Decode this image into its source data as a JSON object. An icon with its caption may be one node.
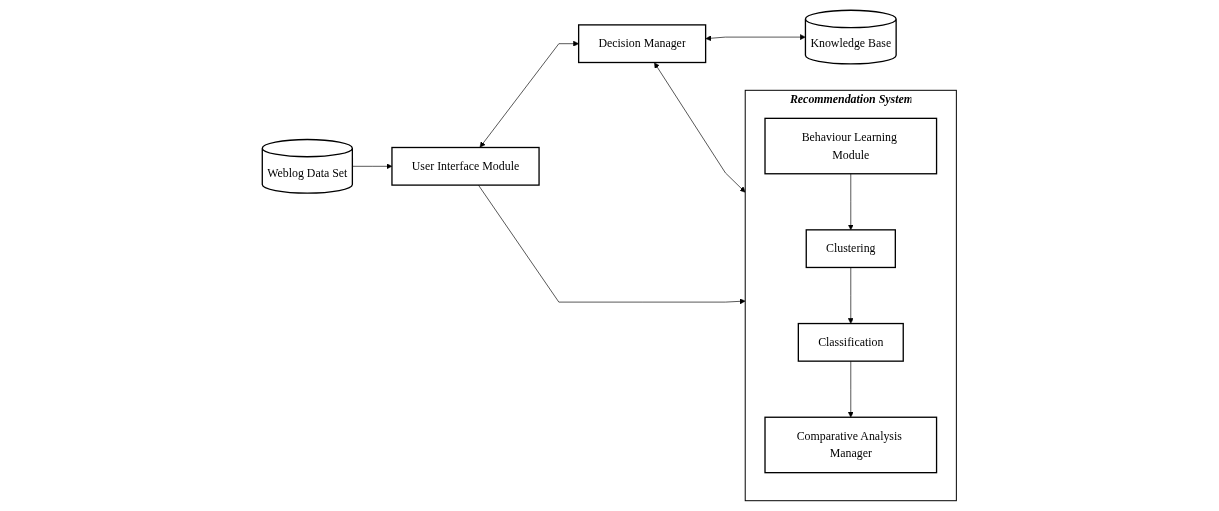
{
  "diagram": {
    "nodes": [
      {
        "text": [
          "User Interface Module"
        ]
      },
      {
        "text": [
          "Weblog Data Set"
        ]
      },
      {
        "text": [
          "Decision Manager"
        ]
      },
      {
        "text": [
          "Knowledge Base"
        ]
      },
      {
        "text": [
          "Recommendation System"
        ]
      },
      {
        "text": [
          "Behaviour Learning Module"
        ],
        "in": 4
      },
      {
        "text": [
          "Clustering"
        ],
        "in": 4
      },
      {
        "text": [
          "Classification"
        ],
        "in": 4
      },
      {
        "text": [
          "Comparative Analysis Manager"
        ],
        "in": 4
      }
    ],
    "edges": [
      {
        "from": 1,
        "to": 0,
        "arrow": "to"
      },
      {
        "from": 0,
        "to": 4,
        "arrow": "to"
      },
      {
        "from": 0,
        "to": 2,
        "arrow": "both"
      },
      {
        "from": 2,
        "to": 4,
        "arrow": "both"
      },
      {
        "from": 2,
        "to": 3,
        "arrow": "both"
      },
      {
        "from": 5,
        "to": 6,
        "arrow": "to"
      },
      {
        "from": 6,
        "to": 7,
        "arrow": "to"
      },
      {
        "from": 7,
        "to": 8,
        "arrow": "to"
      }
    ]
  }
}
